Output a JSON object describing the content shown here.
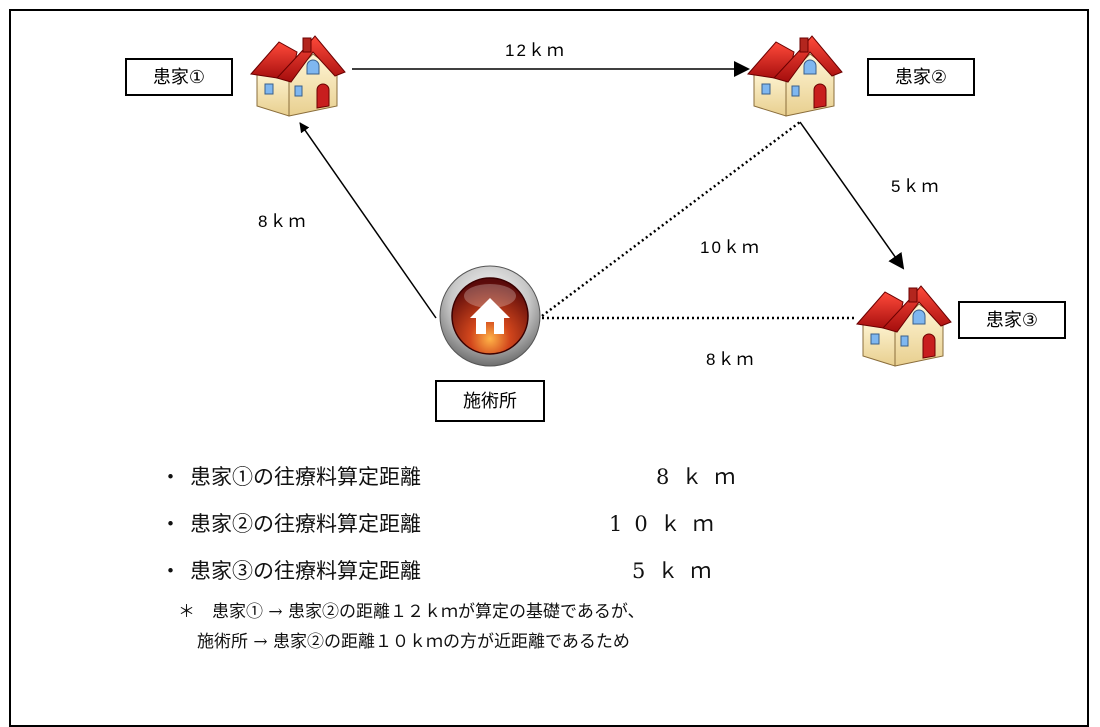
{
  "diagram": {
    "nodes": {
      "patient1": {
        "label": "患家①",
        "icon": "house-icon"
      },
      "patient2": {
        "label": "患家②",
        "icon": "house-icon"
      },
      "patient3": {
        "label": "患家③",
        "icon": "house-icon"
      },
      "clinic": {
        "label": "施術所",
        "icon": "home-button-icon"
      }
    },
    "edges": {
      "p1_to_p2": "12ｋｍ",
      "p2_to_p3": "5ｋｍ",
      "clinic_to_p1": "8ｋｍ",
      "clinic_to_p2": "10ｋｍ",
      "clinic_to_p3": "8ｋｍ"
    }
  },
  "summary": {
    "bullet": "・",
    "rows": [
      {
        "text": "患家①の往療料算定距離",
        "value": "8ｋｍ"
      },
      {
        "text": "患家②の往療料算定距離",
        "value": "10ｋｍ"
      },
      {
        "text": "患家③の往療料算定距離",
        "value": "5ｋｍ"
      }
    ],
    "note_line1": "＊　患家① → 患家②の距離１２ｋｍが算定の基礎であるが、",
    "note_line2": "施術所 → 患家②の距離１０ｋｍの方が近距離であるため"
  }
}
